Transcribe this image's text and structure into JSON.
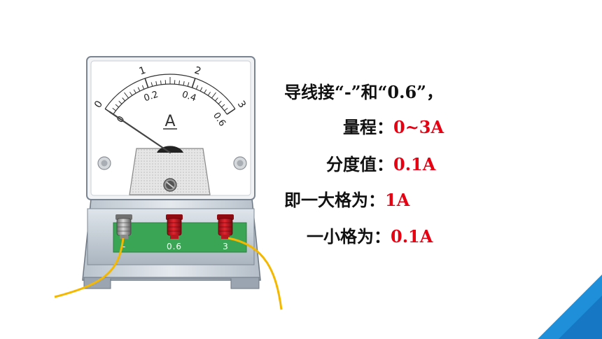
{
  "meter": {
    "unit_symbol": "A",
    "upper_scale": [
      "0",
      "1",
      "2",
      "3"
    ],
    "lower_scale": [
      "0",
      "0.2",
      "0.4",
      "0.6"
    ],
    "terminals": [
      "-",
      "0.6",
      "3"
    ],
    "needle_reading": 0
  },
  "text": {
    "line1_prefix": "导线接“",
    "line1_t1": "-",
    "line1_mid": "”和“",
    "line1_t2": "0.6",
    "line1_suffix": "”，",
    "range_label": "量程：",
    "range_value": "0~3A",
    "division_label": "分度值：",
    "division_value": "0.1A",
    "big_label": "即一大格为：",
    "big_value": "1A",
    "small_label": "一小格为：",
    "small_value": "0.1A"
  },
  "colors": {
    "accent_red": "#e60012",
    "corner_blue": "#1e8fd8",
    "terminal_panel": "#3aa655",
    "wire": "#f5b800"
  }
}
